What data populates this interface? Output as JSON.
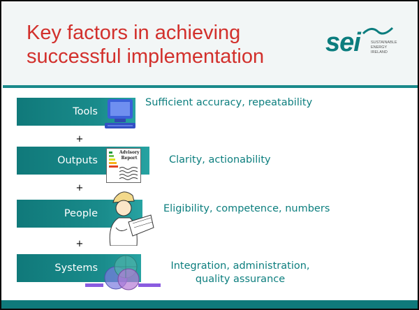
{
  "title": "Key factors in achieving\nsuccessful implementation",
  "logo": {
    "word": "sei",
    "subtitle": "SUSTAINABLE\nENERGY\nIRELAND",
    "icon": "sei-logo-icon"
  },
  "colors": {
    "title": "#d2302c",
    "teal": "#1a8a8b",
    "desc": "#0c7e7e",
    "box": "#10797a"
  },
  "factors": [
    {
      "label": "Tools",
      "description": "Sufficient accuracy, repeatability",
      "icon": "computer-icon"
    },
    {
      "label": "Outputs",
      "description": "Clarity, actionability",
      "icon": "advisory-report-icon",
      "icon_text": "Advisory Report"
    },
    {
      "label": "People",
      "description": "Eligibility, competence, numbers",
      "icon": "engineer-icon"
    },
    {
      "label": "Systems",
      "description": "Integration, administration,\nquality assurance",
      "icon": "systems-icon"
    }
  ],
  "plus_sign": "+"
}
